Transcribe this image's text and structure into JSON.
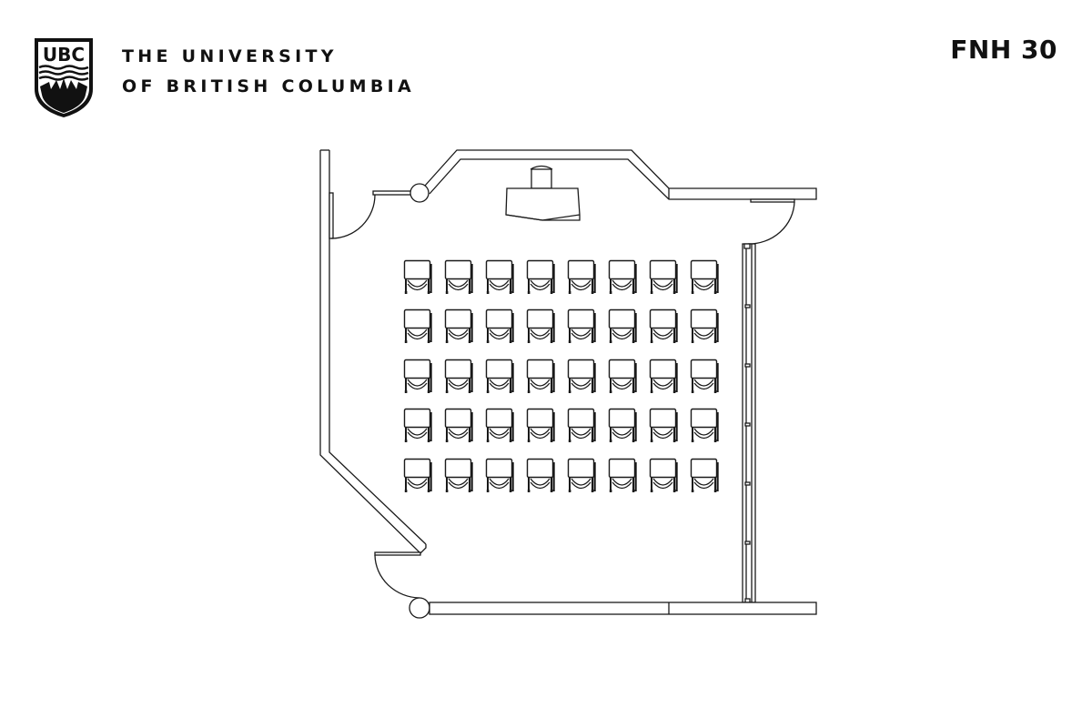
{
  "header": {
    "logo": {
      "icon": "ubc-shield-icon",
      "shield_text": "UBC",
      "line1": "THE UNIVERSITY",
      "line2": "OF BRITISH COLUMBIA"
    },
    "room_code": "FNH 30"
  },
  "floor_plan": {
    "type": "classroom seating plan",
    "features": [
      "lectern",
      "entry-door-top-left",
      "entry-door-top-right",
      "entry-door-bottom-left",
      "folding-partition-right"
    ],
    "seating": {
      "rows": 5,
      "columns": 8,
      "total_seats": 40,
      "seat_icon": "chair-icon"
    }
  },
  "colors": {
    "line": "#1a1a1a",
    "background": "#ffffff"
  }
}
